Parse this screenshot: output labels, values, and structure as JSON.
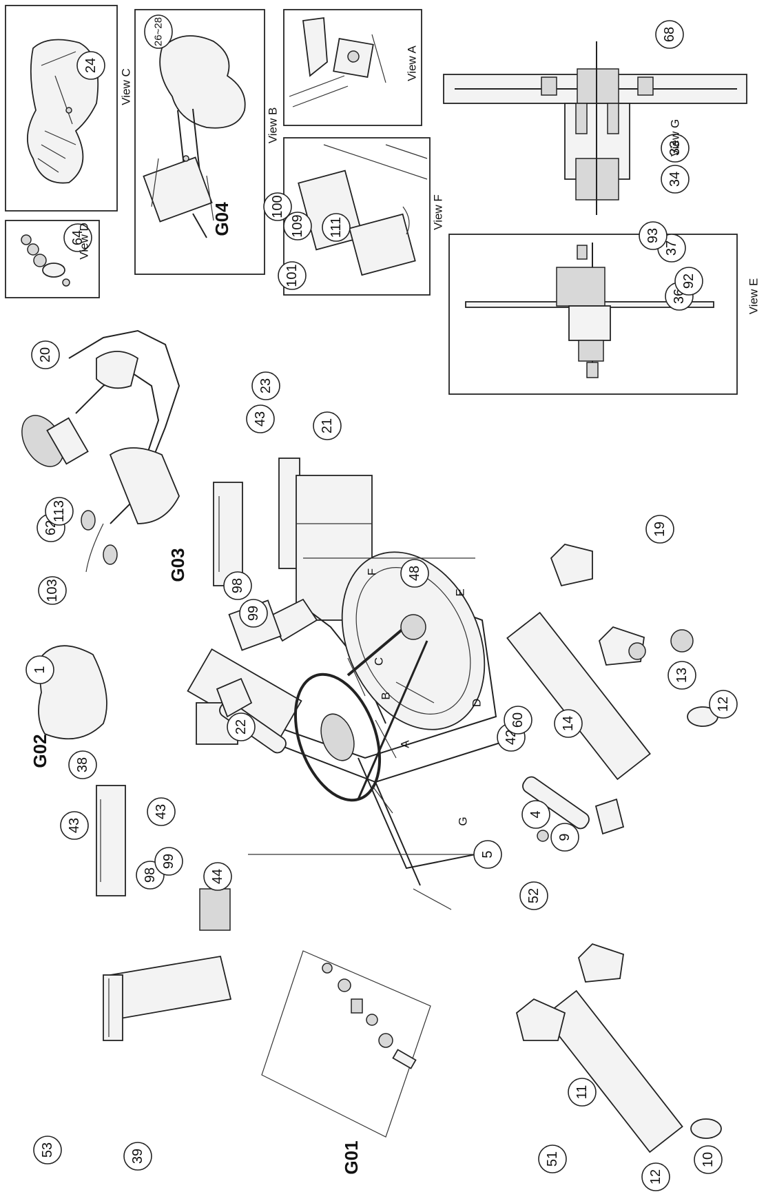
{
  "parts": [
    {
      "label": "1"
    },
    {
      "label": "4"
    },
    {
      "label": "5"
    },
    {
      "label": "9"
    },
    {
      "label": "10"
    },
    {
      "label": "11"
    },
    {
      "label": "12"
    },
    {
      "label": "12"
    },
    {
      "label": "13"
    },
    {
      "label": "14"
    },
    {
      "label": "19"
    },
    {
      "label": "20"
    },
    {
      "label": "21"
    },
    {
      "label": "22"
    },
    {
      "label": "23"
    },
    {
      "label": "24"
    },
    {
      "label": "26~28"
    },
    {
      "label": "33"
    },
    {
      "label": "34"
    },
    {
      "label": "36"
    },
    {
      "label": "37"
    },
    {
      "label": "38"
    },
    {
      "label": "39"
    },
    {
      "label": "42"
    },
    {
      "label": "43"
    },
    {
      "label": "43"
    },
    {
      "label": "43"
    },
    {
      "label": "44"
    },
    {
      "label": "48"
    },
    {
      "label": "51"
    },
    {
      "label": "52"
    },
    {
      "label": "53"
    },
    {
      "label": "60"
    },
    {
      "label": "62"
    },
    {
      "label": "64"
    },
    {
      "label": "68"
    },
    {
      "label": "92"
    },
    {
      "label": "93"
    },
    {
      "label": "98"
    },
    {
      "label": "98"
    },
    {
      "label": "99"
    },
    {
      "label": "99"
    },
    {
      "label": "100"
    },
    {
      "label": "101"
    },
    {
      "label": "103"
    },
    {
      "label": "109"
    },
    {
      "label": "111"
    },
    {
      "label": "113"
    }
  ],
  "groups": [
    "G01",
    "G02",
    "G03",
    "G04"
  ],
  "views": [
    "View A",
    "View B",
    "View C",
    "View D",
    "View E",
    "View F",
    "View G"
  ],
  "letters": [
    "A",
    "B",
    "C",
    "D",
    "E",
    "F",
    "G"
  ]
}
